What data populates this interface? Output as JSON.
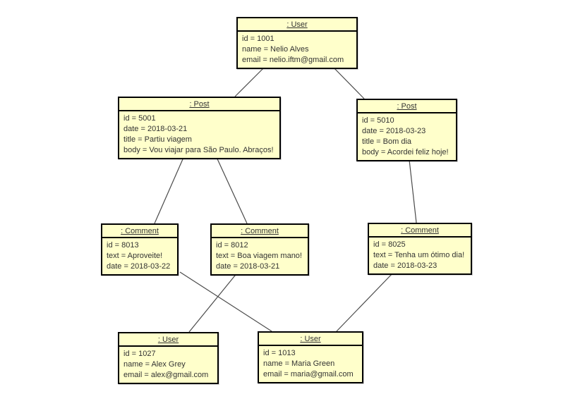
{
  "diagram": {
    "type": "uml-object-diagram",
    "theme": {
      "canvas-bg": "#ffffff",
      "node-fill": "#ffffcb",
      "node-border": "#000000",
      "edge-color": "#4a4a4a",
      "text-color": "#333333"
    },
    "nodes": [
      {
        "key": "user-1001",
        "title": ": User",
        "attributes": [
          "id = 1001",
          "name = Nelio Alves",
          "email = nelio.iftm@gmail.com"
        ]
      },
      {
        "key": "post-5001",
        "title": ": Post",
        "attributes": [
          "id = 5001",
          "date = 2018-03-21",
          "title = Partiu viagem",
          "body = Vou viajar para São Paulo. Abraços!"
        ]
      },
      {
        "key": "post-5010",
        "title": ": Post",
        "attributes": [
          "id = 5010",
          "date = 2018-03-23",
          "title = Bom dia",
          "body = Acordei feliz hoje!"
        ]
      },
      {
        "key": "comment-8013",
        "title": ": Comment",
        "attributes": [
          "id = 8013",
          "text = Aproveite!",
          "date = 2018-03-22"
        ]
      },
      {
        "key": "comment-8012",
        "title": ": Comment",
        "attributes": [
          "id = 8012",
          "text = Boa viagem mano!",
          "date = 2018-03-21"
        ]
      },
      {
        "key": "comment-8025",
        "title": ": Comment",
        "attributes": [
          "id = 8025",
          "text = Tenha um ótimo dia!",
          "date = 2018-03-23"
        ]
      },
      {
        "key": "user-1027",
        "title": ": User",
        "attributes": [
          "id = 1027",
          "name = Alex Grey",
          "email = alex@gmail.com"
        ]
      },
      {
        "key": "user-1013",
        "title": ": User",
        "attributes": [
          "id = 1013",
          "name = Maria Green",
          "email = maria@gmail.com"
        ]
      }
    ],
    "edges": [
      {
        "from": "user-1001",
        "to": "post-5001"
      },
      {
        "from": "user-1001",
        "to": "post-5010"
      },
      {
        "from": "post-5001",
        "to": "comment-8013"
      },
      {
        "from": "post-5001",
        "to": "comment-8012"
      },
      {
        "from": "post-5010",
        "to": "comment-8025"
      },
      {
        "from": "comment-8013",
        "to": "user-1013"
      },
      {
        "from": "comment-8012",
        "to": "user-1027"
      },
      {
        "from": "comment-8025",
        "to": "user-1013"
      }
    ]
  }
}
